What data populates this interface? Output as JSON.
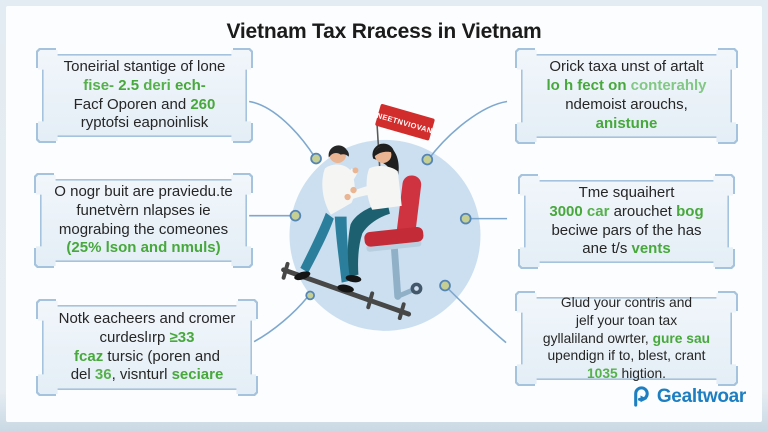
{
  "title": "Vietnam Tax Rracess in Vietnam",
  "center": {
    "flag_label": "NEETNVIOVAN",
    "illustration": "two-people-discussing-on-balance-beam-with-office-chair"
  },
  "colors": {
    "accent_green": "#47a83b",
    "box_border": "#a6c3dd",
    "box_fill": "#e9f1f8",
    "circle_blue": "#cbdff0",
    "flag_red": "#d22d2d",
    "chair_red": "#c32b37",
    "logo_blue": "#1d7fc1",
    "connector_blue": "#7fa8cf",
    "node_fill": "#c6cf93"
  },
  "boxes": {
    "top_left": {
      "lines": [
        [
          {
            "t": "Toneirial stantige of lone",
            "c": "dark"
          }
        ],
        [
          {
            "t": "fise- ",
            "c": "green"
          },
          {
            "t": "2.5",
            "c": "green-bold"
          },
          {
            "t": " deri ",
            "c": "green"
          },
          {
            "t": "ech-",
            "c": "green-bold"
          }
        ],
        [
          {
            "t": "Facf Oporen and ",
            "c": "dark"
          },
          {
            "t": "260",
            "c": "green-bold"
          }
        ],
        [
          {
            "t": "ryptofsi eapnoinlisk",
            "c": "dark"
          }
        ]
      ]
    },
    "middle_left": {
      "lines": [
        [
          {
            "t": "O nogr buit are praviedu.te",
            "c": "dark"
          }
        ],
        [
          {
            "t": "funetvèrn nlapses ie",
            "c": "dark"
          }
        ],
        [
          {
            "t": "mograbing the comeones",
            "c": "dark"
          }
        ],
        [
          {
            "t": "(25% lson and nmuls)",
            "c": "green-bold"
          }
        ]
      ]
    },
    "bottom_left": {
      "lines": [
        [
          {
            "t": "Notk eacheers and cromer",
            "c": "dark"
          }
        ],
        [
          {
            "t": "curdeslırp ",
            "c": "dark"
          },
          {
            "t": "≥33",
            "c": "green-bold"
          }
        ],
        [
          {
            "t": "fcaz",
            "c": "green-bold"
          },
          {
            "t": " tursic (poren and",
            "c": "dark"
          }
        ],
        [
          {
            "t": "del ",
            "c": "dark"
          },
          {
            "t": "36",
            "c": "green"
          },
          {
            "t": ", visnturl ",
            "c": "dark"
          },
          {
            "t": "seciare",
            "c": "green-bold"
          }
        ]
      ]
    },
    "top_right": {
      "lines": [
        [
          {
            "t": "Orick taxa unst of artalt",
            "c": "dark"
          }
        ],
        [
          {
            "t": "lo h fect on ",
            "c": "green-bold"
          },
          {
            "t": "conterahly",
            "c": "green-light"
          }
        ],
        [
          {
            "t": "ndemoist arouchs,",
            "c": "dark"
          }
        ],
        [
          {
            "t": "anistune",
            "c": "green-bold"
          }
        ]
      ]
    },
    "middle_right": {
      "lines": [
        [
          {
            "t": "Tme squaihert",
            "c": "dark"
          }
        ],
        [
          {
            "t": "3000",
            "c": "green-bold"
          },
          {
            "t": " car ",
            "c": "green"
          },
          {
            "t": "arouchet ",
            "c": "dark"
          },
          {
            "t": "bog",
            "c": "green-bold"
          }
        ],
        [
          {
            "t": "beciwe pars of the has",
            "c": "dark"
          }
        ],
        [
          {
            "t": "ane t/s ",
            "c": "dark"
          },
          {
            "t": "vents",
            "c": "green-bold"
          }
        ]
      ]
    },
    "bottom_right": {
      "lines": [
        [
          {
            "t": "Glud your contris and",
            "c": "dark"
          }
        ],
        [
          {
            "t": "jelf your toan tax",
            "c": "dark"
          }
        ],
        [
          {
            "t": "gyllaliland owrter, ",
            "c": "dark"
          },
          {
            "t": "gure sau",
            "c": "green-bold"
          }
        ],
        [
          {
            "t": "upendign if to, blest, crant",
            "c": "dark"
          }
        ],
        [
          {
            "t": "1035",
            "c": "green"
          },
          {
            "t": " higtion.",
            "c": "dark"
          }
        ]
      ]
    }
  },
  "logo": {
    "name": "Gealtwoar",
    "icon": "circular-arrow-p-icon"
  }
}
